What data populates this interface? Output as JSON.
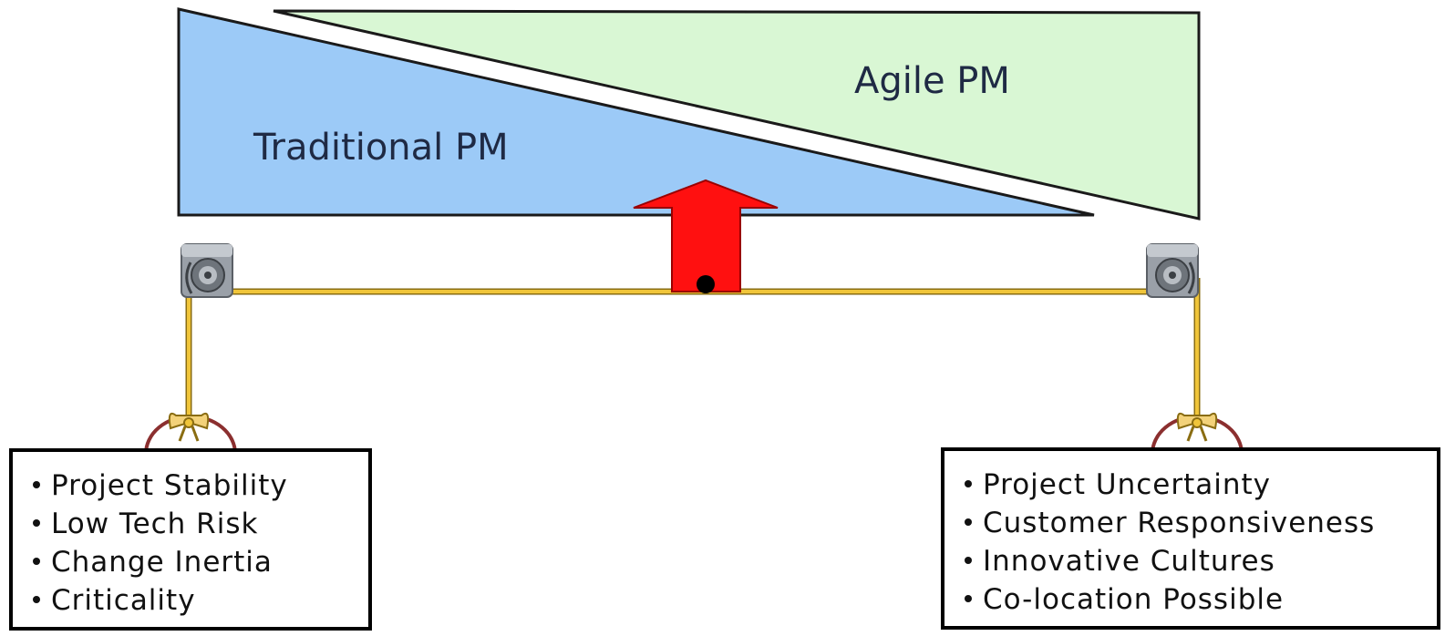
{
  "diagram": {
    "traditional_label": "Traditional PM",
    "agile_label": "Agile PM",
    "left_factors": [
      "Project Stability",
      "Low Tech Risk",
      "Change Inertia",
      "Criticality"
    ],
    "right_factors": [
      "Project Uncertainty",
      "Customer Responsiveness",
      "Innovative Cultures",
      "Co-location Possible"
    ],
    "colors": {
      "traditional_fill": "#9ccaf7",
      "agile_fill": "#d9f7d4",
      "arrow_fill": "#ff1010",
      "rope": "#f0c53a",
      "box_border": "#000000"
    },
    "icons": {
      "left_pulley": "pulley-icon",
      "right_pulley": "pulley-icon",
      "left_hook": "hook-icon",
      "right_hook": "hook-icon",
      "pivot": "fulcrum-arrow-icon"
    }
  }
}
